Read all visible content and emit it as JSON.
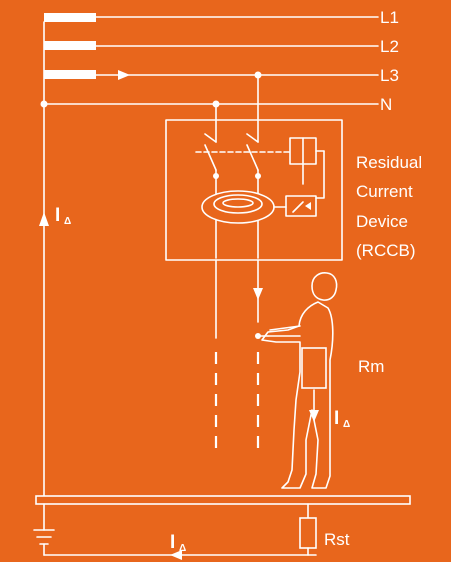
{
  "diagram": {
    "conductors": {
      "l1": "L1",
      "l2": "L2",
      "l3": "L3",
      "n": "N"
    },
    "device": {
      "line1": "Residual",
      "line2": "Current",
      "line3": "Device",
      "line4": "(RCCB)"
    },
    "resistances": {
      "body": "Rm",
      "earth": "Rst"
    },
    "fault_current": {
      "symbol": "I",
      "subscript": "Δ"
    },
    "colors": {
      "background": "#e8661c",
      "lines": "#ffffff"
    }
  }
}
